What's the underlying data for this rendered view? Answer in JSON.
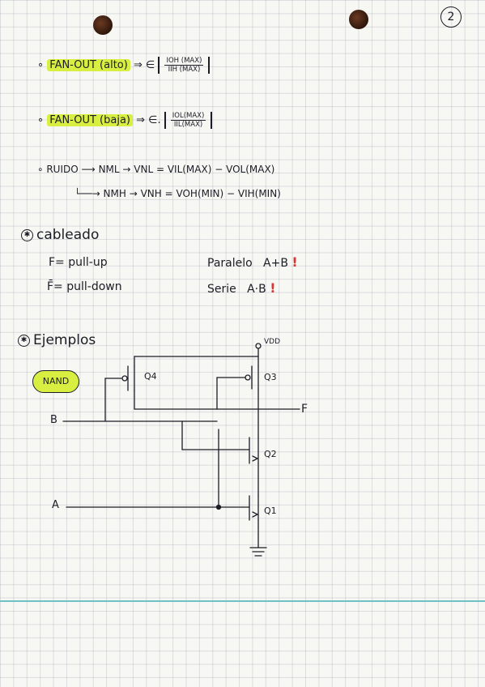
{
  "page_number": "2",
  "fanout_high": {
    "label": "FAN-OUT (alto)",
    "arrow": "⇒ ∈",
    "numerator": "IOH (MAX)",
    "denominator": "IIH (MAX)"
  },
  "fanout_low": {
    "label": "FAN-OUT (baja)",
    "arrow": "⇒ ∈.",
    "numerator": "IOL(MAX)",
    "denominator": "IIL(MAX)"
  },
  "noise": {
    "label": "RUIDO",
    "line1": "NML → VNL = VIL(MAX) − VOL(MAX)",
    "line2": "NMH → VNH = VOH(MIN) − VIH(MIN)"
  },
  "wiring": {
    "title": "cableado",
    "row1_left": "F= pull-up",
    "row1_right": "Paralelo   A+B",
    "row2_left": "F̄= pull-down",
    "row2_right": "Serie   A·B",
    "mark": "!"
  },
  "examples": {
    "title": "Ejemplos",
    "badge": "NAND",
    "vdd": "VDD",
    "q4": "Q4",
    "q3": "Q3",
    "q2": "Q2",
    "q1": "Q1",
    "input_b": "B",
    "input_a": "A",
    "output_f": "F"
  },
  "colors": {
    "highlight": "#d8ef42",
    "ink": "#1c1c26",
    "rule": "#6ec2c6",
    "mark": "#dd3333"
  }
}
